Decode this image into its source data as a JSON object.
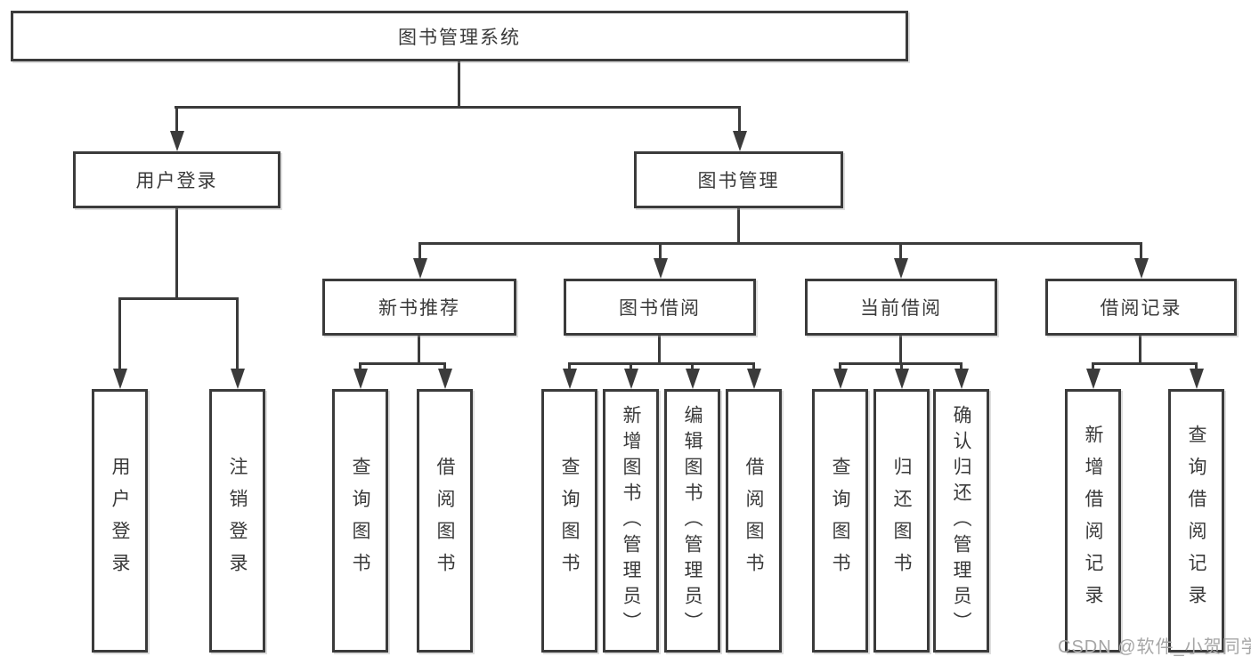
{
  "colors": {
    "line": "#3b3b3b",
    "text": "#3a3a3a",
    "background": "#ffffff",
    "watermark": "#a6a6a6"
  },
  "diagram": {
    "root": {
      "label": "图书管理系统"
    },
    "branches": {
      "user_login": {
        "label": "用户登录"
      },
      "book_management": {
        "label": "图书管理"
      }
    },
    "modules": {
      "new_book_recommend": {
        "label": "新书推荐"
      },
      "book_borrow": {
        "label": "图书借阅"
      },
      "current_borrow": {
        "label": "当前借阅"
      },
      "borrow_records": {
        "label": "借阅记录"
      }
    },
    "leaves": {
      "user_login": "用户登录",
      "logout": "注销登录",
      "nb_query_books": "查询图书",
      "nb_borrow_books": "借阅图书",
      "bb_query_books": "查询图书",
      "bb_add_books": "新增图书（管理员）",
      "bb_edit_books": "编辑图书（管理员）",
      "bb_borrow_books": "借阅图书",
      "cb_query_books": "查询图书",
      "cb_return_books": "归还图书",
      "cb_confirm_return": "确认归还（管理员）",
      "br_add_record": "新增借阅记录",
      "br_query_record": "查询借阅记录"
    }
  },
  "watermark": {
    "text": "CSDN @软件_小贺同学"
  }
}
